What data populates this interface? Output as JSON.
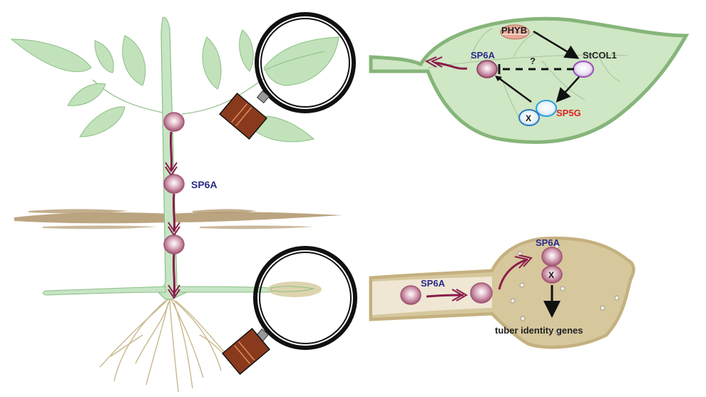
{
  "colors": {
    "leaf_fill": "#bfe0b8",
    "leaf_stroke": "#8cbf86",
    "big_leaf_fill": "#cfe7c4",
    "big_leaf_stroke": "#86b57a",
    "stem_fill": "#c6e5c4",
    "soil": "#b49a72",
    "root": "#c8b88c",
    "tuber_fill": "#d6c79c",
    "stolon_fill": "#efe7d4",
    "sp6a_protein": "#b05a7a",
    "arrow_maroon": "#8a1c4a",
    "sp6a_label": "#2a2a8a",
    "sp5g_label": "#e02020",
    "stcol1_protein": "#9a4fb8",
    "sp5g_protein": "#2aa0e0",
    "phyb_protein": "#e0a090",
    "magnifier_handle": "#8a3a1c",
    "magnifier_ring": "#111111"
  },
  "plant": {
    "sp6a_label": "SP6A"
  },
  "leaf_panel": {
    "phyb_label": "PHYB",
    "stcol1_label": "StCOL1",
    "sp6a_label": "SP6A",
    "sp5g_label": "SP5G",
    "x_label": "X",
    "unknown_label": "?"
  },
  "tuber_panel": {
    "sp6a_stolon_label": "SP6A",
    "sp6a_tuber_label": "SP6A",
    "x_label": "X",
    "target_label": "tuber identity genes"
  }
}
